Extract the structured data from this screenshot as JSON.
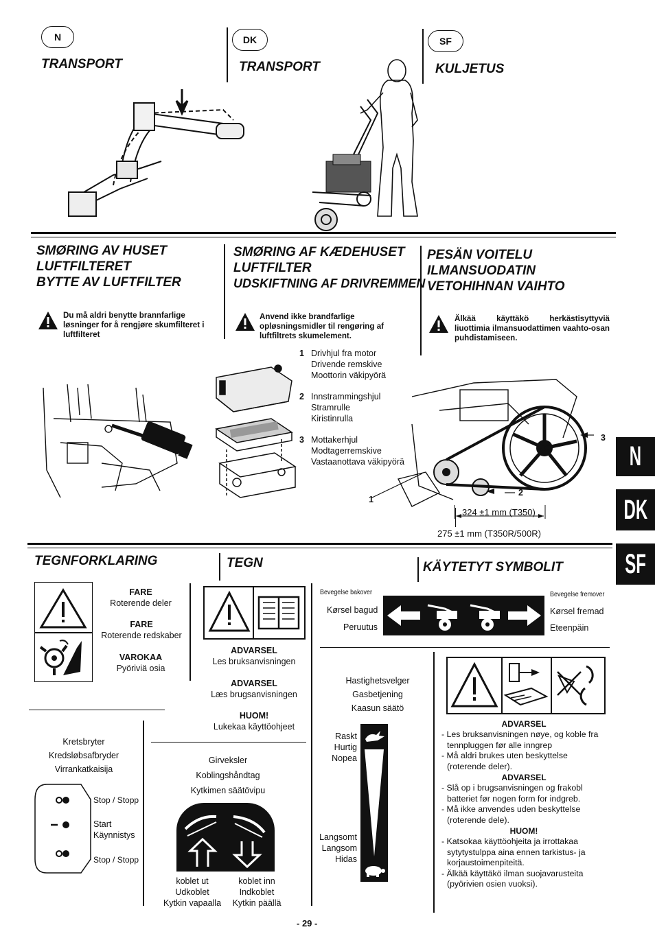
{
  "header": {
    "badges": [
      "N",
      "DK",
      "SF"
    ],
    "titles": [
      "TRANSPORT",
      "TRANSPORT",
      "KULJETUS"
    ]
  },
  "section2": {
    "heads": {
      "n": [
        "SMØRING AV HUSET",
        "LUFTFILTERET",
        "BYTTE AV LUFTFILTER"
      ],
      "dk": [
        "SMØRING AF KÆDEHUSET",
        "LUFTFILTER",
        "UDSKIFTNING AF DRIVREMMEN"
      ],
      "sf": [
        "PESÄN VOITELU",
        "ILMANSUODATIN",
        "VETOHIHNAN VAIHTO"
      ]
    },
    "warnings": {
      "n": "Du må aldri benytte brannfarlige løsninger for å rengjøre skumfilteret i luftfilteret",
      "dk": "Anvend ikke brandfarlige opløsningsmidler til rengøring af luftfiltrets skumelement.",
      "sf": "Älkää käyttäkö herkästisyttyviä liuottimia ilmansuodattimen vaahto-osan puhdistamiseen."
    },
    "parts": [
      {
        "num": "1",
        "lines": [
          "Drivhjul fra motor",
          "Drivende remskive",
          "Moottorin väkipyörä"
        ]
      },
      {
        "num": "2",
        "lines": [
          "Innstrammingshjul",
          "Stramrulle",
          "Kiristinrulla"
        ]
      },
      {
        "num": "3",
        "lines": [
          "Mottakerhjul",
          "Modtagerremskive",
          "Vastaanottava väkipyörä"
        ]
      }
    ],
    "callouts": {
      "c1": "1",
      "c2": "2",
      "c3": "3"
    },
    "dim1": "324 ±1 mm (T350)",
    "dim2": "275 ±1 mm (T350R/500R)"
  },
  "tabs": [
    "N",
    "DK",
    "SF"
  ],
  "section3": {
    "titles": [
      "TEGNFORKLARING",
      "TEGN",
      "KÄYTETYT SYMBOLIT"
    ],
    "fare1_title": "FARE",
    "fare1_text": "Roterende deler",
    "fare2_title": "FARE",
    "fare2_text": "Roterende redskaber",
    "varokaa_title": "VAROKAA",
    "varokaa_text": "Pyöriviä osia",
    "advarsel1_title": "ADVARSEL",
    "advarsel1_text": "Les bruksanvisningen",
    "advarsel2_title": "ADVARSEL",
    "advarsel2_text": "Læs brugsanvisningen",
    "huom_title": "HUOM!",
    "huom_text": "Lukekaa käyttöohjeet",
    "reverse": {
      "small": "Bevegelse bakover",
      "l2": "Kørsel bagud",
      "l3": "Peruutus"
    },
    "forward": {
      "small": "Bevegelse fremover",
      "l2": "Kørsel fremad",
      "l3": "Eteenpäin"
    },
    "switch": {
      "l1": "Kretsbryter",
      "l2": "Kredsløbsafbryder",
      "l3": "Virrankatkaisija"
    },
    "switch_states": {
      "stop1": "Stop / Stopp",
      "start1": "Start",
      "start2": "Käynnistys",
      "stop2": "Stop / Stopp"
    },
    "clutch": {
      "l1": "Girveksler",
      "l2": "Koblingshåndtag",
      "l3": "Kytkimen säätövipu"
    },
    "clutch_out": [
      "koblet ut",
      "Udkoblet",
      "Kytkin vapaalla"
    ],
    "clutch_in": [
      "koblet inn",
      "Indkoblet",
      "Kytkin päällä"
    ],
    "throttle": {
      "l1": "Hastighetsvelger",
      "l2": "Gasbetjening",
      "l3": "Kaasun säätö"
    },
    "fast": [
      "Raskt",
      "Hurtig",
      "Nopea"
    ],
    "slow": [
      "Langsomt",
      "Langsom",
      "Hidas"
    ],
    "right_warn": {
      "t1": "ADVARSEL",
      "n1": "- Les bruksanvisningen nøye, og koble fra tennpluggen før alle inngrep",
      "n2": "- Må aldri brukes uten beskyttelse (roterende deler).",
      "t2": "ADVARSEL",
      "d1": "- Slå op i brugsanvisningen og frakobl batteriet før nogen form for indgreb.",
      "d2": "- Må ikke anvendes uden beskyttelse (roterende dele).",
      "t3": "HUOM!",
      "s1": "- Katsokaa käyttöohjeita ja irrottakaa sytytystulppa aina ennen tarkistus- ja korjaustoimenpiteitä.",
      "s2": "- Älkää käyttäkö ilman suojavarusteita (pyörivien osien vuoksi)."
    }
  },
  "footer": {
    "page": "- 29 -"
  }
}
